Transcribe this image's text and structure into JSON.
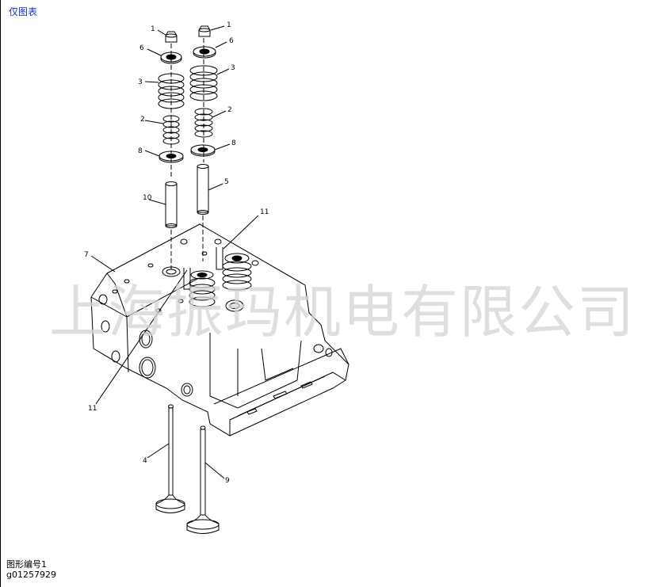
{
  "header": {
    "link_label": "仅图表"
  },
  "watermark": {
    "text": "上海振玛机电有限公司"
  },
  "figure": {
    "caption_label": "图形编号1",
    "figure_id": "g01257929"
  },
  "part_labels": {
    "l1a": "1",
    "l1b": "1",
    "l6a": "6",
    "l6b": "6",
    "l3a": "3",
    "l3b": "3",
    "l2a": "2",
    "l2b": "2",
    "l8a": "8",
    "l8b": "8",
    "l10": "10",
    "l5": "5",
    "l11a": "11",
    "l11b": "11",
    "l7": "7",
    "l4": "4",
    "l9": "9"
  }
}
